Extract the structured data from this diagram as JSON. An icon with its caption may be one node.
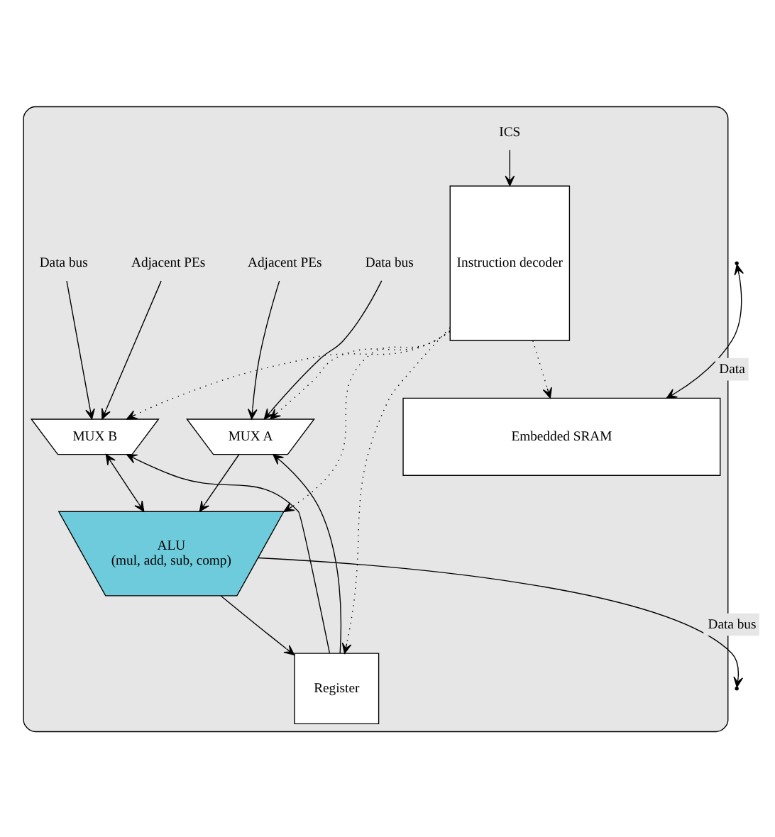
{
  "diagram": {
    "nodes": [
      {
        "text": [],
        "shape": "box"
      },
      {
        "text": [
          "ICS"
        ],
        "in": 0
      },
      {
        "text": [
          "Instruction decoder"
        ],
        "in": 0
      },
      {
        "text": [
          "Data bus"
        ],
        "in": 0
      },
      {
        "text": [
          "Adjacent PEs"
        ],
        "in": 0
      },
      {
        "text": [
          "MUX A"
        ],
        "in": 0
      },
      {
        "text": [
          "Data bus"
        ],
        "in": 0
      },
      {
        "text": [
          "Adjacent PEs"
        ],
        "in": 0
      },
      {
        "text": [
          "MUX B"
        ],
        "in": 0
      },
      {
        "text": [
          "ALU",
          "(mul, add, sub, comp)"
        ],
        "in": 0
      },
      {
        "text": [
          "Register"
        ],
        "in": 0
      },
      {
        "text": [
          "Embedded SRAM"
        ],
        "in": 0
      }
    ],
    "edges": [
      {
        "from": 1,
        "to": 2,
        "arrow": "to"
      },
      {
        "from": 3,
        "to": 5,
        "arrow": "to"
      },
      {
        "from": 4,
        "to": 5,
        "arrow": "to"
      },
      {
        "from": 10,
        "to": 5,
        "arrow": "to"
      },
      {
        "from": 6,
        "to": 8,
        "arrow": "to"
      },
      {
        "from": 7,
        "to": 8,
        "arrow": "to"
      },
      {
        "from": 10,
        "to": 8,
        "arrow": "to"
      },
      {
        "from": 2,
        "to": 5,
        "arrow": "to",
        "style": "dashed"
      },
      {
        "from": 2,
        "to": 8,
        "arrow": "to",
        "style": "dashed"
      },
      {
        "from": 2,
        "to": 9,
        "arrow": "to",
        "style": "dashed"
      },
      {
        "from": 2,
        "to": 10,
        "arrow": "to",
        "style": "dashed"
      },
      {
        "from": 2,
        "to": 11,
        "arrow": "to",
        "style": "dashed"
      },
      {
        "from": 5,
        "to": 9,
        "arrow": "to"
      },
      {
        "from": 8,
        "to": 9,
        "arrow": "both"
      },
      {
        "from": 9,
        "to": 10,
        "arrow": "to"
      },
      {
        "from": 9,
        "to": 0,
        "arrow": "to",
        "label": "Data bus"
      },
      {
        "from": 0,
        "to": 11,
        "arrow": "both",
        "label": "Data"
      }
    ]
  }
}
